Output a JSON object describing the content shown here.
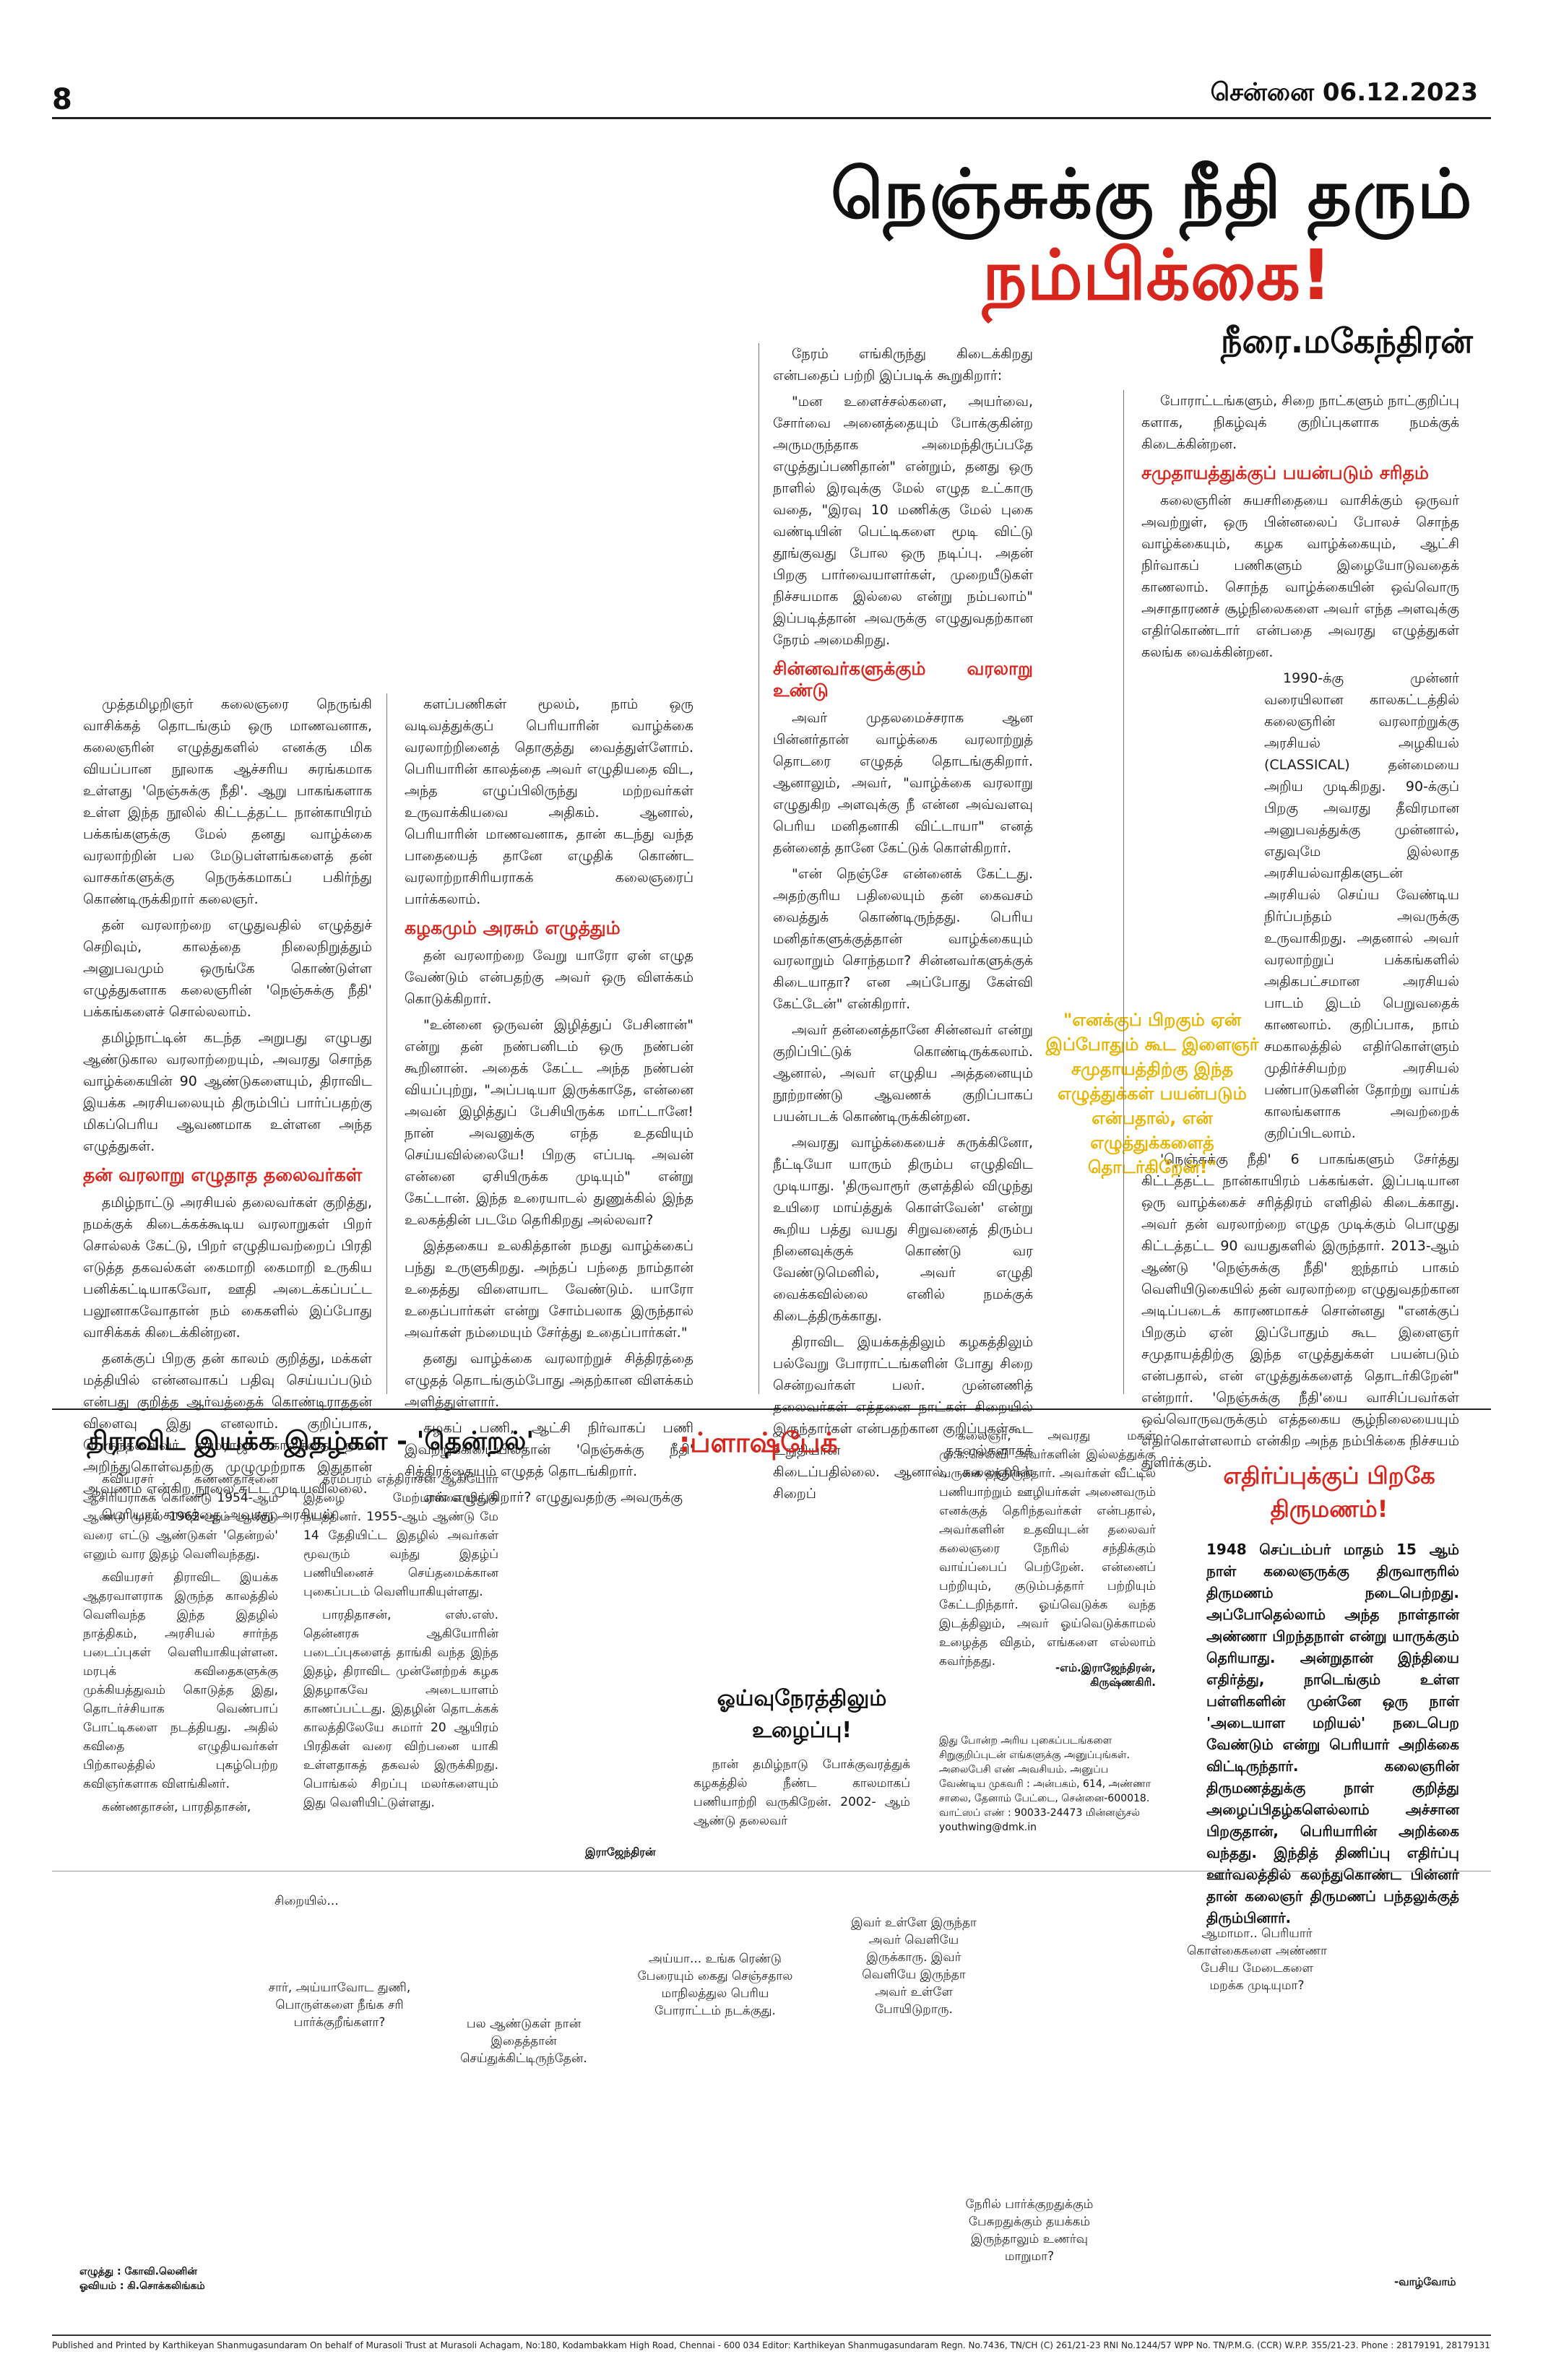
{
  "header": {
    "page_number": "8",
    "date": "சென்னை 06.12.2023"
  },
  "headline": {
    "line1": "நெஞ்சுக்கு நீதி தரும்",
    "line2": "நம்பிக்கை!",
    "byline": "நீரை.மகேந்திரன்"
  },
  "article": {
    "col1": [
      "முத்தமிழறிஞர் கலைஞரை நெருங்கி வாசிக்கத் தொடங்கும் ஒரு மாணவனாக, கலைஞரின் எழுத்துகளில் எனக்கு மிக வியப்பான நூலாக ஆச்சரிய சுரங்கமாக உள்ளது 'நெஞ்சுக்கு நீதி'. ஆறு பாகங்களாக உள்ள இந்த நூலில் கிட்டத்தட்ட நான்காயிரம் பக்கங்களுக்கு மேல் தனது வாழ்க்கை வரலாற்றின் பல மேடுபள்ளங்களைத் தன் வாசகர்களுக்கு நெருக்கமாகப் பகிர்ந்து கொண்டிருக்கிறார் கலைஞர்.",
      "தன் வரலாற்றை எழுதுவதில் எழுத்துச் செறிவும், காலத்தை நிலைநிறுத்தும் அனுபவமும் ஒருங்கே கொண்டுள்ள எழுத்துகளாக கலைஞரின் 'நெஞ்சுக்கு நீதி' பக்கங்களைச் சொல்லலாம்.",
      "தமிழ்நாட்டின் கடந்த அறுபது எழுபது ஆண்டுகால வரலாற்றையும், அவரது சொந்த வாழ்க்கையின் 90 ஆண்டுகளையும், திராவிட இயக்க அரசியலையும் திரும்பிப் பார்ப்பதற்கு மிகப்பெரிய ஆவணமாக உள்ளன அந்த எழுத்துகள்."
    ],
    "sub1": "தன் வரலாறு எழுதாத தலைவர்கள்",
    "col1b": [
      "தமிழ்நாட்டு அரசியல் தலைவர்கள் குறித்து, நமக்குக் கிடைக்கக்கூடிய வரலாறுகள் பிறர் சொல்லக் கேட்டு, பிறர் எழுதியவற்றைப் பிரதி எடுத்த தகவல்கள் கைமாறி கைமாறி உருகிய பனிக்கட்டியாகவோ, ஊதி அடைக்கப்பட்ட பலூனாகவோதான் நம் கைகளில் இப்போது வாசிக்கக் கிடைக்கின்றன.",
      "தனக்குப் பிறகு தன் காலம் குறித்து, மக்கள் மத்தியில் என்னவாகப் பதிவு செய்யப்படும் என்பது குறித்த ஆர்வத்தைக் கொண்டிராததன் விளைவு இது எனலாம். குறிப்பாக, பெருந்தலைவர் காமராஜர் காலத்தை நாம் அறிந்துகொள்வதற்கு முழுமுற்றாக இதுதான் ஆவணம் என்கிற நூலை சுட்ட முடியவில்லை.",
      "பெரியார் காலத்தை அவரது அரசியல்"
    ],
    "col2": [
      "களப்பணிகள் மூலம், நாம் ஒரு வடிவத்துக்குப் பெரியாரின் வாழ்க்கை வரலாற்றினைத் தொகுத்து வைத்துள்ளோம். பெரியாரின் காலத்தை அவர் எழுதியதை விட, அந்த எழுப்பிலிருந்து மற்றவர்கள் உருவாக்கியவை அதிகம். ஆனால், பெரியாரின் மாணவனாக, தான் கடந்து வந்த பாதையைத் தானே எழுதிக் கொண்ட வரலாற்றாசிரியராகக் கலைஞரைப் பார்க்கலாம்."
    ],
    "sub2": "கழகமும் அரசும் எழுத்தும்",
    "col2b": [
      "தன் வரலாற்றை வேறு யாரோ ஏன் எழுத வேண்டும் என்பதற்கு அவர் ஒரு விளக்கம் கொடுக்கிறார்.",
      "\"உன்னை ஒருவன் இழித்துப் பேசினான்\" என்று தன் நண்பனிடம் ஒரு நண்பன் கூறினான். அதைக் கேட்ட அந்த நண்பன் வியப்புற்று, \"அப்படியா இருக்காதே, என்னை அவன் இழித்துப் பேசியிருக்க மாட்டானே! நான் அவனுக்கு எந்த உதவியும் செய்யவில்லையே! பிறகு எப்படி அவன் என்னை ஏசியிருக்க முடியும்\" என்று கேட்டான். இந்த உரையாடல் துணுக்கில் இந்த உலகத்தின் படமே தெரிகிறது அல்லவா?",
      "இத்தகைய உலகித்தான் நமது வாழ்க்கைப் பந்து உருளுகிறது. அந்தப் பந்தை நாம்தான் உதைத்து விளையாட வேண்டும். யாரோ உதைப்பார்கள் என்று சோம்பலாக இருந்தால் அவர்கள் நம்மையும் சேர்த்து உதைப்பார்கள்.\"",
      "தனது வாழ்க்கை வரலாற்றுச் சித்திரத்தை எழுதத் தொடங்கும்போது அதற்கான விளக்கம் அளித்துள்ளார்.",
      "கழகப் பணி, ஆட்சி நிர்வாகப் பணி இவற்றுக்கிடையில்தான் 'நெஞ்சுக்கு நீதி' சித்திரத்தையும் எழுதத் தொடங்கிறார்.",
      "ஏன் எழுதுகிறார்? எழுதுவதற்கு அவருக்கு"
    ],
    "col3": [
      "நேரம் எங்கிருந்து கிடைக்கிறது என்பதைப் பற்றி இப்படிக் கூறுகிறார்:",
      "\"மன உளைச்சல்களை, அயர்வை, சோர்வை அனைத்தையும் போக்குகின்ற அருமருந்தாக அமைந்திருப்பதே எழுத்துப்பணிதான்\" என்றும், தனது ஒரு நாளில் இரவுக்கு மேல் எழுத உட்காரு வதை, \"இரவு 10 மணிக்கு மேல் புகை வண்டியின் பெட்டிகளை மூடி விட்டு தூங்குவது போல ஒரு நடிப்பு. அதன் பிறகு பார்வையாளர்கள், முறையீடுகள் நிச்சயமாக இல்லை என்று நம்பலாம்\" இப்படித்தான் அவருக்கு எழுதுவதற்கான நேரம் அமைகிறது."
    ],
    "sub3": "சின்னவர்களுக்கும் வரலாறு உண்டு",
    "col3b": [
      "அவர் முதலமைச்சராக ஆன பின்னர்தான் வாழ்க்கை வரலாற்றுத் தொடரை எழுதத் தொடங்குகிறார். ஆனாலும், அவர், \"வாழ்க்கை வரலாறு எழுதுகிற அளவுக்கு நீ என்ன அவ்வளவு பெரிய மனிதனாகி விட்டாயா\" எனத் தன்னைத் தானே கேட்டுக் கொள்கிறார்.",
      "\"என் நெஞ்சே என்னைக் கேட்டது. அதற்குரிய பதிலையும் தன் கைவசம் வைத்துக் கொண்டிருந்தது. பெரிய மனிதர்களுக்குத்தான் வாழ்க்கையும் வரலாறும் சொந்தமா? சின்னவர்களுக்குக் கிடையாதா? என அப்போது கேள்வி கேட்டேன்\" என்கிறார்.",
      "அவர் தன்னைத்தானே சின்னவர் என்று குறிப்பிட்டுக் கொண்டிருக்கலாம். ஆனால், அவர் எழுதிய அத்தனையும் நூற்றாண்டு ஆவணக் குறிப்பாகப் பயன்படக் கொண்டிருக்கின்றன.",
      "அவரது வாழ்க்கையைச் சுருக்கினோ, நீட்டியோ யாரும் திரும்ப எழுதிவிட முடியாது. 'திருவாரூர் குளத்தில் விழுந்து உயிரை மாய்த்துக் கொள்வேன்' என்று கூறிய பத்து வயது சிறுவனைத் திரும்ப நினைவுக்குக் கொண்டு வர வேண்டுமெனில், அவர் எழுதி வைக்கவில்லை எனில் நமக்குக் கிடைத்திருக்காது.",
      "திராவிட இயக்கத்திலும் கழகத்திலும் பல்வேறு போராட்டங்களின் போது சிறை சென்றவர்கள் பலர். முன்னணித் தலைவர்கள் எத்தனை நாட்கள் சிறையில் இருந்தார்கள் என்பதற்கான குறிப்புகள்கூட உறுதியான தகவல்களாகக் கிடைப்பதில்லை. ஆனால், கலைஞரின் சிறைப்"
    ],
    "col4": [
      "போராட்டங்களும், சிறை நாட்களும் நாட்குறிப்பு களாக, நிகழ்வுக் குறிப்புகளாக நமக்குக் கிடைக்கின்றன."
    ],
    "sub4": "சமுதாயத்துக்குப் பயன்படும் சரிதம்",
    "col4b": [
      "கலைஞரின் சுயசரிதையை வாசிக்கும் ஒருவர் அவற்றுள், ஒரு பின்னலைப் போலச் சொந்த வாழ்க்கையும், கழக வாழ்க்கையும், ஆட்சி நிர்வாகப் பணிகளும் இழையோடுவதைக் காணலாம். சொந்த வாழ்க்கையின் ஒவ்வொரு அசாதாரணச் சூழ்நிலைகளை அவர் எந்த அளவுக்கு எதிர்கொண்டார் என்பதை அவரது எழுத்துகள் கலங்க வைக்கின்றன.",
      "1990-க்கு முன்னர் வரையிலான காலகட்டத்தில் கலைஞரின் வரலாற்றுக்கு அரசியல் அழகியல் (CLASSICAL) தன்மையை அறிய முடிகிறது. 90-க்குப் பிறகு அவரது தீவிரமான அனுபவத்துக்கு முன்னால், எதுவுமே இல்லாத அரசியல்வாதிகளுடன் அரசியல் செய்ய வேண்டிய நிர்ப்பந்தம் அவருக்கு உருவாகிறது. அதனால் அவர் வரலாற்றுப் பக்கங்களில் அதிகபட்சமான அரசியல் பாடம் இடம் பெறுவதைக் காணலாம். குறிப்பாக, நாம் சமகாலத்தில் எதிர்கொள்ளும் முதிர்ச்சியற்ற அரசியல் பண்பாடுகளின் தோற்று வாய்க் காலங்களாக அவற்றைக் குறிப்பிடலாம்.",
      "'நெஞ்சுக்கு நீதி' 6 பாகங்களும் சேர்த்து கிட்டத்தட்ட நான்காயிரம் பக்கங்கள். இப்படியான ஒரு வாழ்க்கைச் சரித்திரம் எளிதில் கிடைக்காது. அவர் தன் வரலாற்றை எழுத முடிக்கும் பொழுது கிட்டத்தட்ட 90 வயதுகளில் இருந்தார். 2013-ஆம் ஆண்டு 'நெஞ்சுக்கு நீதி' ஐந்தாம் பாகம் வெளியிடுகையில் தன் வரலாற்றை எழுதுவதற்கான அடிப்படைக் காரணமாகச் சொன்னது \"எனக்குப் பிறகும் ஏன் இப்போதும் கூட இளைஞர் சமுதாயத்திற்கு இந்த எழுத்துக்கள் பயன்படும் என்பதால், என் எழுத்துக்களைத் தொடர்கிறேன்\" என்றார். 'நெஞ்சுக்கு நீதி'யை வாசிப்பவர்கள் ஒவ்வொருவருக்கும் எத்தகைய சூழ்நிலையையும் எதிர்கொள்ளலாம் என்கிற அந்த நம்பிக்கை நிச்சயம் துளிர்க்கும்."
    ],
    "pull_quote": "\"எனக்குப் பிறகும் ஏன் இப்போதும் கூட இளைஞர் சமுதாயத்திற்கு இந்த எழுத்துக்கள் பயன்படும் என்பதால், என் எழுத்துக்களைத் தொடர்கிறேன்!\""
  },
  "dravida": {
    "title": "திராவிட இயக்க இதழ்கள் - 'தென்றல்'",
    "col1": [
      "கவியரசர் கண்ணதாசனை ஆசிரியராகக் கொண்டு 1954-ஆம் ஆண்டு முதல் 1962-ஆம் ஆண்டு வரை எட்டு ஆண்டுகள் 'தென்றல்' எனும் வார இதழ் வெளிவந்தது.",
      "கவியரசர் திராவிட இயக்க ஆதரவாளராக இருந்த காலத்தில் வெளிவந்த இந்த இதழில் நாத்திகம், அரசியல் சார்ந்த படைப்புகள் வெளியாகியுள்ளன. மரபுக் கவிதைகளுக்கு முக்கியத்துவம் கொடுத்த இது, தொடர்ச்சியாக வெண்பாப் போட்டிகளை நடத்தியது. அதில் கவிதை எழுதியவர்கள் பிற்காலத்தில் புகழ்பெற்ற கவிஞர்களாக விளங்கினர்.",
      "கண்ணதாசன், பாரதிதாசன்,"
    ],
    "col2": [
      "தாம்பரம் எத்திராசன் ஆகியோர் இதழை மேற்பார்வையிட்டு நடத்தினர். 1955-ஆம் ஆண்டு மே 14 தேதியிட்ட இதழில் அவர்கள் மூவரும் வந்து இதழ்ப் பணியினைச் செய்தமைக்கான புகைப்படம் வெளியாகியுள்ளது.",
      "பாரதிதாசன், எஸ்.எஸ். தென்னரசு ஆகியோரின் படைப்புகளைத் தாங்கி வந்த இந்த இதழ், திராவிட முன்னேற்றக் கழக இதழாகவே அடையாளம் காணப்பட்டது. இதழின் தொடக்கக் காலத்திலேயே சுமார் 20 ஆயிரம் பிரதிகள் வரை விற்பனை யாகி உள்ளதாகத் தகவல் இருக்கிறது. பொங்கல் சிறப்பு மலர்களையும் இது வெளியிட்டுள்ளது."
    ],
    "signature": "இராஜேந்திரன்"
  },
  "flashback": {
    "title": ":ப்ளாஷ்பேக்",
    "text": "கலைஞர், அவரது மகள் மு.க.செல்வி அவர்களின் இல்லத்துக்கு வருகை தந்திருந்தார். அவர்கள் வீட்டில் பணியாற்றும் ஊழியர்கள் அனைவரும் எனக்குத் தெரிந்தவர்கள் என்பதால், அவர்களின் உதவியுடன் தலைவர் கலைஞரை நேரில் சந்திக்கும் வாய்ப்பைப் பெற்றேன். என்னைப் பற்றியும், குடும்பத்தார் பற்றியும் கேட்டறிந்தார். ஓய்வெடுக்க வந்த இடத்திலும், அவர் ஓய்வெடுக்காமல் உழைத்த விதம், எங்களை எல்லாம் கவர்ந்தது.",
    "signature": "-எம்.இராஜேந்திரன், கிருஷ்ணகிரி."
  },
  "oyvu": {
    "title_line1": "ஓய்வுநேரத்திலும்",
    "title_line2": "உழைப்பு!",
    "text": "நான் தமிழ்நாடு போக்குவரத்துக் கழகத்தில் நீண்ட காலமாகப் பணியாற்றி வருகிறேன். 2002- ஆம் ஆண்டு தலைவர்"
  },
  "ad": {
    "text": "இது போன்ற அரிய புகைப்படங்களை சிறுகுறிப்புடன் எங்களுக்கு அனுப்புங்கள். அலைபேசி எண் அவசியம். அனுப்ப வேண்டிய முகவரி : அன்பகம், 614, அண்ணா சாலை, தேனாம் பேட்டை, சென்னை-600018. வாட்ஸப் எண் : 90033-24473 மின்னஞ்சல் youthwing@dmk.in"
  },
  "ethir": {
    "title_line1": "எதிர்ப்புக்குப் பிறகே",
    "title_line2": "திருமணம்!",
    "text": "1948 செப்டம்பர் மாதம் 15 ஆம் நாள் கலைஞருக்கு திருவாரூரில் திருமணம் நடைபெற்றது. அப்போதெல்லாம் அந்த நாள்தான் அண்ணா பிறந்தநாள் என்று யாருக்கும் தெரியாது. அன்றுதான் இந்தியை எதிர்த்து, நாடெங்கும் உள்ள பள்ளிகளின் முன்னே ஒரு நாள் 'அடையாள மறியல்' நடைபெற வேண்டும் என்று பெரியார் அறிக்கை விட்டிருந்தார். கலைஞரின் திருமணத்துக்கு நாள் குறித்து அழைப்பிதழ்களெல்லாம் அச்சான பிறகுதான், பெரியாரின் அறிக்கை வந்தது. இந்தித் திணிப்பு எதிர்ப்பு ஊர்வலத்தில் கலந்துகொண்ட பின்னர் தான் கலைஞர் திருமணப் பந்தலுக்குத் திரும்பினார்."
  },
  "comic": {
    "b1": "சிறையில்...",
    "b2": "சார், அய்யாவோட துணி, பொருள்களை நீங்க சரி பார்க்குறீங்களா?",
    "b3": "பல ஆண்டுகள் நான் இதைத்தான் செய்துக்கிட்டிருந்தேன்.",
    "b4": "அய்யா... உங்க ரெண்டு பேரையும் கைது செஞ்சதால மாநிலத்துல பெரிய போராட்டம் நடக்குது.",
    "b5": "இவர் உள்ளே இருந்தா அவர் வெளியே இருக்காரு. இவர் வெளியே இருந்தா அவர் உள்ளே போயிடுறாரு.",
    "b6": "ஆமாமா.. பெரியார் கொள்கைகளை அண்ணா பேசிய மேடைகளை மறக்க முடியுமா?",
    "b7": "நேரில் பார்க்குறதுக்கும் பேசுறதுக்கும் தயக்கம் இருந்தாலும் உணர்வு மாறுமா?",
    "signoff": "-வாழ்வோம்",
    "credit1": "எழுத்து : கோவி.லெனின்",
    "credit2": "ஓவியம் : கி.சொக்கலிங்கம்"
  },
  "footer": {
    "imprint": "Published and Printed by Karthikeyan Shanmugasundaram On behalf of Murasoli Trust at Murasoli Achagam, No:180, Kodambakkam High Road, Chennai - 600 034 Editor: Karthikeyan Shanmugasundaram Regn. No.7436, TN/CH (C) 261/21-23 RNI No.1244/57 WPP No. TN/P.M.G. (CCR) W.P.P. 355/21-23. Phone : 28179191, 28179131"
  }
}
